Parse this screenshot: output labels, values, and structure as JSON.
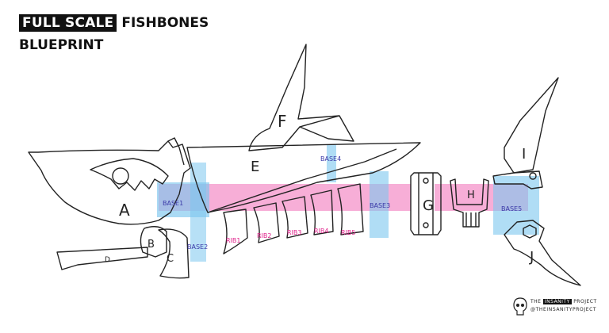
{
  "header": {
    "title_highlight": "FULL SCALE",
    "title_rest": "FISHBONES",
    "subtitle": "BLUEPRINT"
  },
  "parts": {
    "A": "A",
    "B": "B",
    "C": "C",
    "D": "D",
    "E": "E",
    "F": "F",
    "G": "G",
    "H": "H",
    "I": "I",
    "J": "J"
  },
  "sections": {
    "base1": "BASE1",
    "base2": "BASE2",
    "base3": "BASE3",
    "base4": "BASE4",
    "base5": "BASE5",
    "rib1": "RIB1",
    "rib2": "RIB2",
    "rib3": "RIB3",
    "rib4": "RIB4",
    "rib5": "RIB5"
  },
  "footer": {
    "prefix": "THE",
    "brand": "INSANITY",
    "suffix": "PROJECT",
    "handle": "@THEINSANITYPROJECT"
  },
  "colors": {
    "outline": "#222222",
    "pink_band": "#f48fc8",
    "blue_band": "#7cc6ee",
    "base_label": "#3b3aa8",
    "rib_label": "#e0208a"
  }
}
